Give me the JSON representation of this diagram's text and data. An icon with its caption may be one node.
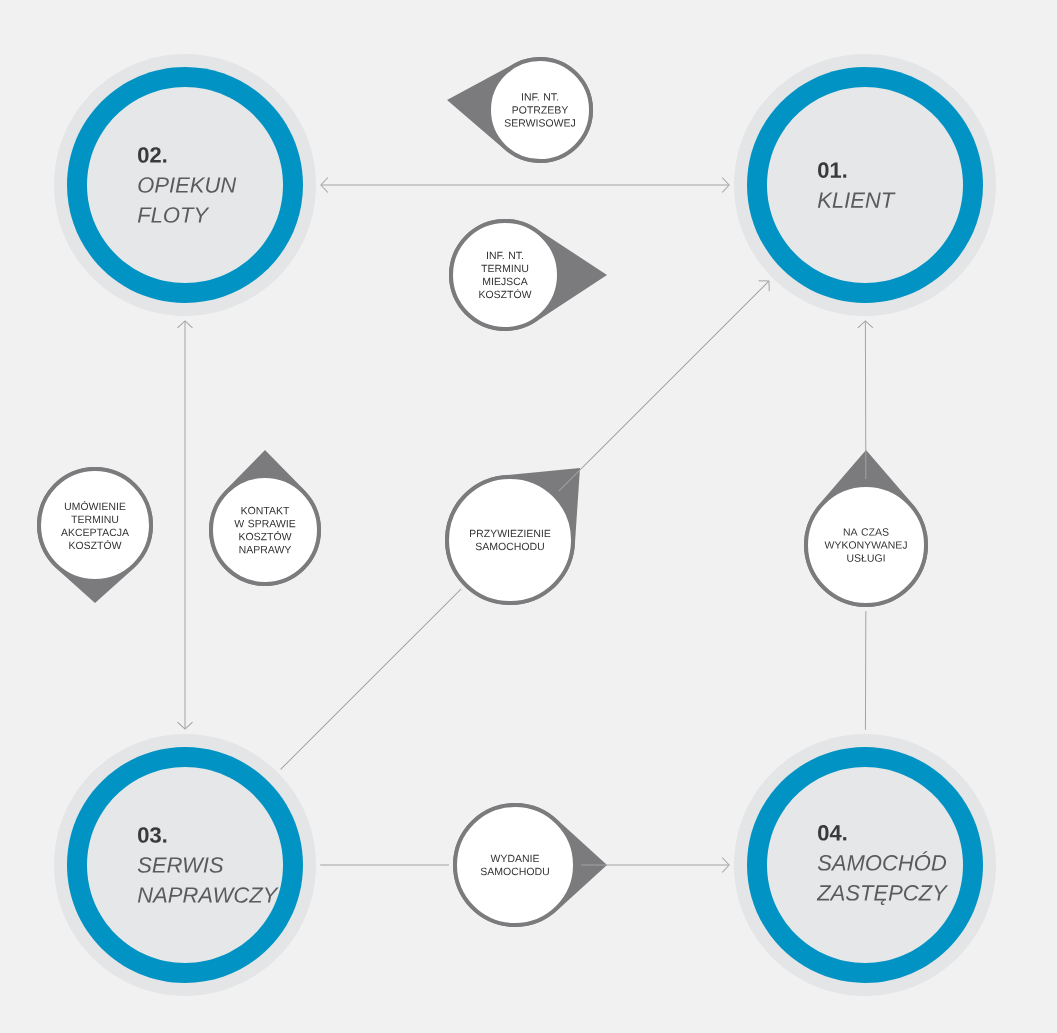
{
  "diagram": {
    "nodes": [
      {
        "text": [
          "INF. NT. POTRZEBY SERWISOWEJ"
        ]
      },
      {
        "text": [
          "02.",
          "OPIEKUN FLOTY"
        ]
      },
      {
        "text": [
          "01.",
          "KLIENT"
        ]
      },
      {
        "text": [
          "INF. NT. TERMINU MIEJSCA KOSZTÓW"
        ]
      },
      {
        "text": [
          "UMÓWIENIE TERMINU AKCEPTACJA KOSZTÓW"
        ]
      },
      {
        "text": [
          "KONTAKT W SPRAWIE KOSZTÓW NAPRAWY"
        ]
      },
      {
        "text": [
          "PRZYWIEZIENIE SAMOCHODU"
        ]
      },
      {
        "text": [
          "NA CZAS WYKONYWANEJ USŁUGI"
        ]
      },
      {
        "text": [
          "03.",
          "SERWIS NAPRAWCZY"
        ]
      },
      {
        "text": [
          "WYDANIE SAMOCHODU"
        ]
      },
      {
        "text": [
          "04.",
          "SAMOCHÓD ZASTĘPCZY"
        ]
      }
    ],
    "edges": [
      {
        "from": 1,
        "to": 2,
        "arrow": "both"
      },
      {
        "from": 1,
        "to": 8,
        "arrow": "both"
      },
      {
        "from": 8,
        "to": 6,
        "arrow": "none"
      },
      {
        "from": 6,
        "to": 2,
        "arrow": "to"
      },
      {
        "from": 10,
        "to": 7,
        "arrow": "none"
      },
      {
        "from": 7,
        "to": 2,
        "arrow": "to"
      },
      {
        "from": 8,
        "to": 9,
        "arrow": "none"
      },
      {
        "from": 9,
        "to": 10,
        "arrow": "to"
      }
    ]
  }
}
